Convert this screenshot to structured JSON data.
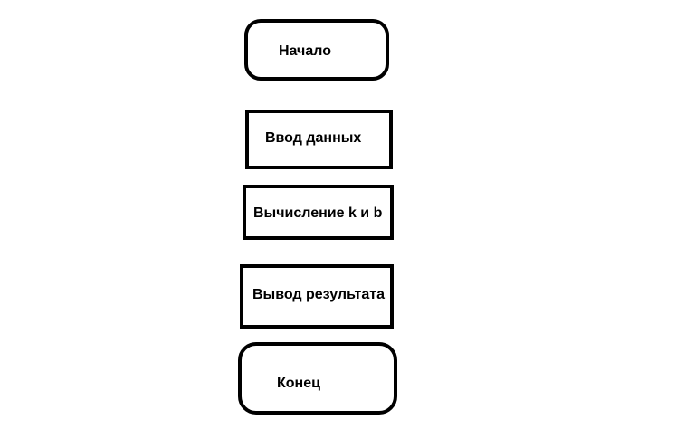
{
  "diagram": {
    "type": "flowchart",
    "nodes": [
      {
        "id": "start",
        "shape": "terminator",
        "label": "Начало"
      },
      {
        "id": "input",
        "shape": "process",
        "label": "Ввод данных"
      },
      {
        "id": "compute",
        "shape": "process",
        "label": "Вычисление k и b"
      },
      {
        "id": "output",
        "shape": "process",
        "label": "Вывод результата"
      },
      {
        "id": "end",
        "shape": "terminator",
        "label": "Конец"
      }
    ],
    "colors": {
      "stroke": "#000000",
      "background": "#ffffff",
      "text": "#000000"
    }
  }
}
